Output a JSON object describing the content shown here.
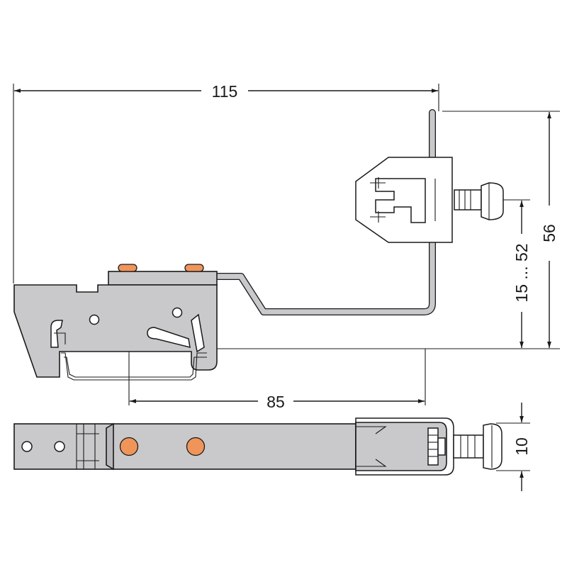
{
  "dimensions": {
    "overall_width": "115",
    "height_total": "56",
    "height_range": "15 ... 52",
    "rail_offset": "85",
    "thickness": "10"
  },
  "colors": {
    "part": "#c9c9cc",
    "accent": "#f0955a",
    "line": "#1a1a1a"
  }
}
